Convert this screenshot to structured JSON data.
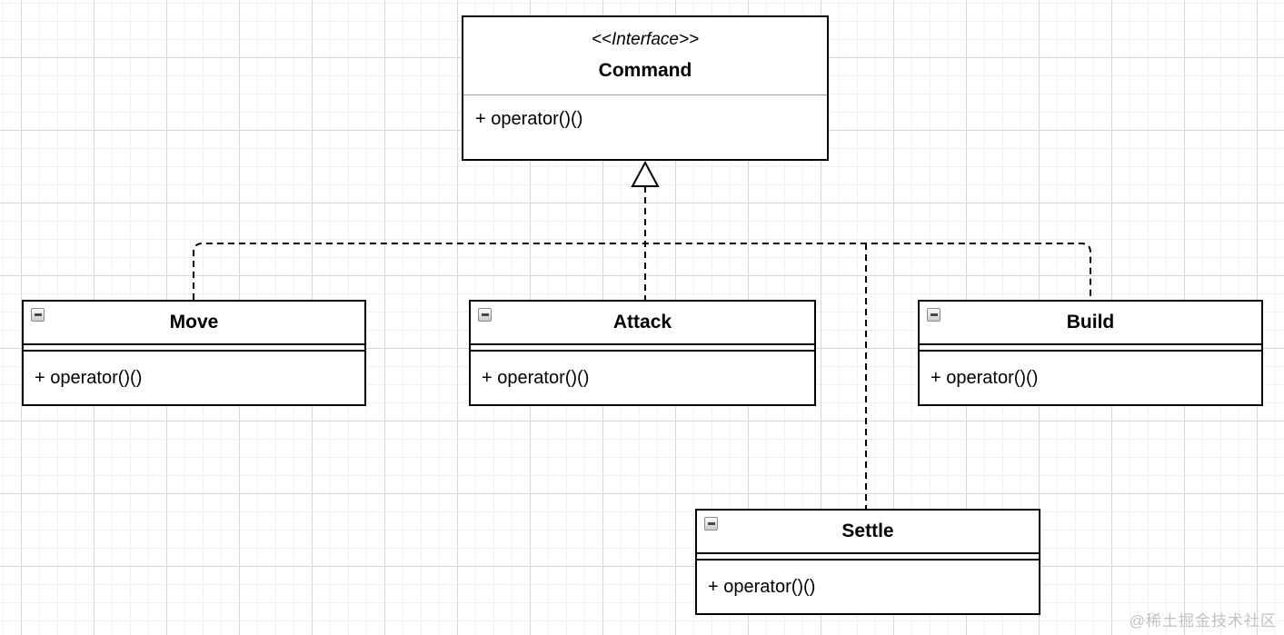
{
  "interface": {
    "stereotype": "<<Interface>>",
    "name": "Command",
    "method": "+ operator()()"
  },
  "classes": [
    {
      "name": "Move",
      "method": "+ operator()()"
    },
    {
      "name": "Attack",
      "method": "+ operator()()"
    },
    {
      "name": "Build",
      "method": "+ operator()()"
    },
    {
      "name": "Settle",
      "method": "+ operator()()"
    }
  ],
  "icons": {
    "collapse": "collapse-minus-icon",
    "inheritance": "hollow-triangle-generalization-arrow"
  },
  "colors": {
    "box_border": "#000000",
    "interface_separator": "#9e9e9e",
    "connector": "#000000",
    "grid_minor": "#f1f1f4",
    "grid_major": "#d6d6d9",
    "watermark": "#c2c2c4"
  },
  "watermark": "@稀土掘金技术社区"
}
